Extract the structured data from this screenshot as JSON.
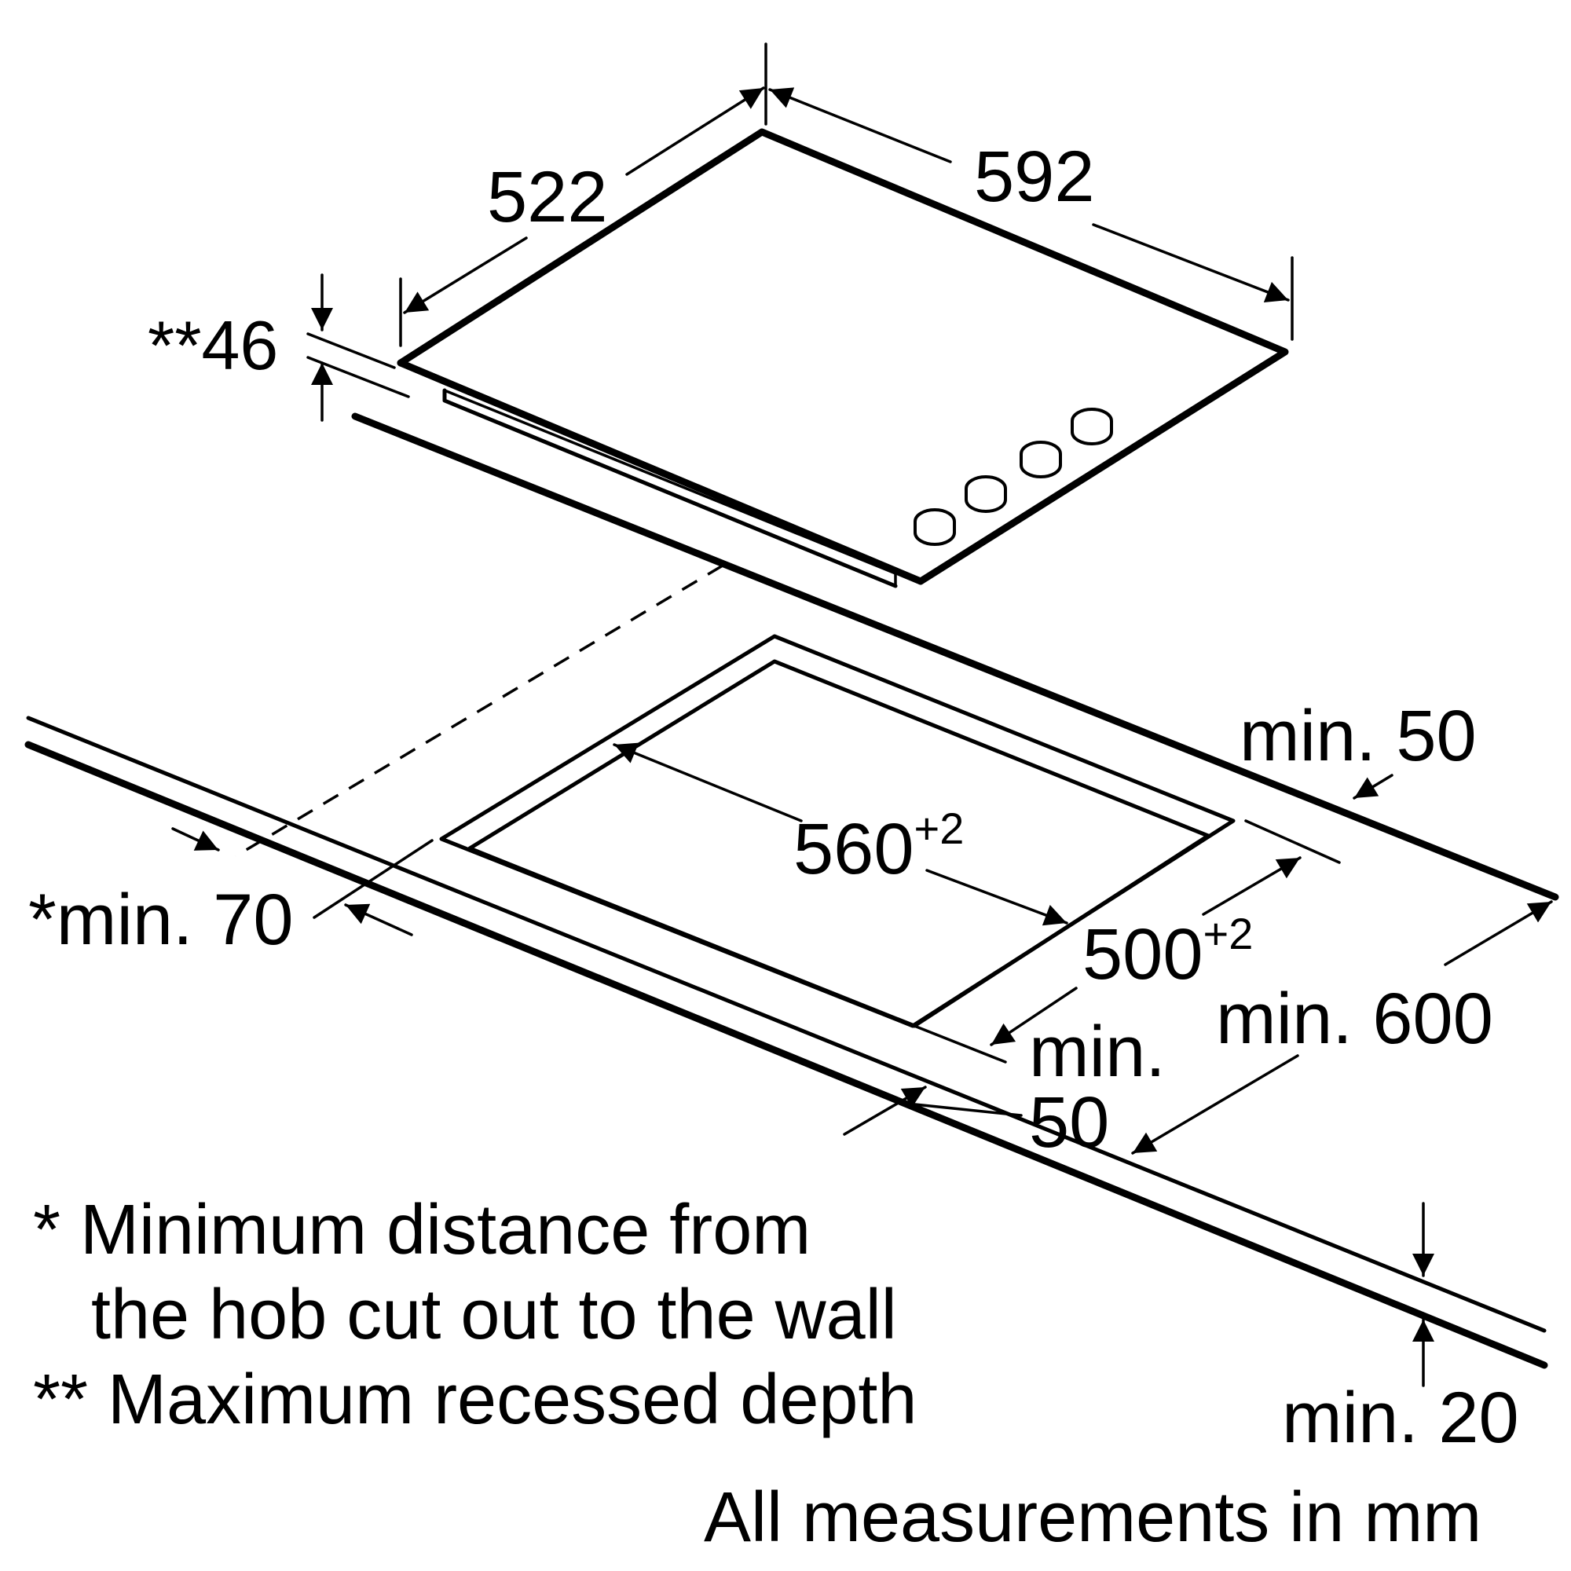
{
  "dimensions": {
    "hob_depth": "522",
    "hob_width": "592",
    "recess_depth": "**46",
    "cutout_width": "560",
    "cutout_width_tol": "+2",
    "cutout_depth": "500",
    "cutout_depth_tol": "+2",
    "rear_clearance": "min. 50",
    "wall_distance": "*min. 70",
    "front_clearance_line1": "min.",
    "front_clearance_line2": "50",
    "worktop_depth": "min. 600",
    "worktop_thickness": "min. 20"
  },
  "notes": {
    "single_star_line1": "* Minimum distance from",
    "single_star_line2": "the hob cut out to the wall",
    "double_star": "** Maximum recessed depth",
    "units": "All measurements in mm"
  }
}
